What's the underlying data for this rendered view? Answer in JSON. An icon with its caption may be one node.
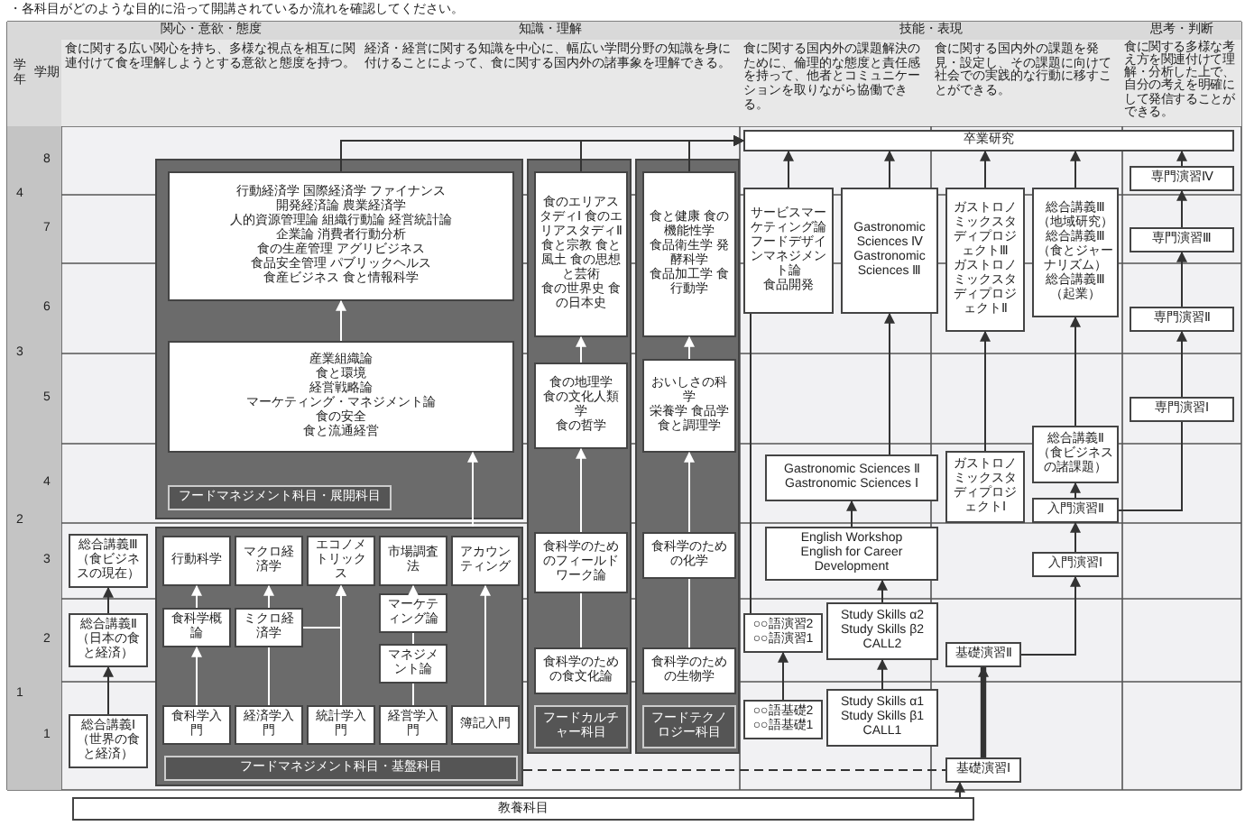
{
  "diagram": {
    "nodes": [
      {
        "text": [
          "フードマネジメント科目・基盤科目"
        ]
      },
      {
        "text": [
          "食科学入門"
        ],
        "in": 0
      },
      {
        "text": [
          "経済学入門"
        ],
        "in": 0
      },
      {
        "text": [
          "統計学入門"
        ],
        "in": 0
      },
      {
        "text": [
          "経営学入門"
        ],
        "in": 0
      },
      {
        "text": [
          "簿記入門"
        ],
        "in": 0
      },
      {
        "text": [
          "食科学概論"
        ],
        "in": 0
      },
      {
        "text": [
          "ミクロ経済学"
        ],
        "in": 0
      },
      {
        "text": [
          "マネジメント論"
        ],
        "in": 0
      },
      {
        "text": [
          "マーケティング論"
        ],
        "in": 0
      },
      {
        "text": [
          "行動科学"
        ],
        "in": 0
      },
      {
        "text": [
          "マクロ経済学"
        ],
        "in": 0
      },
      {
        "text": [
          "エコノメトリックス"
        ],
        "in": 0
      },
      {
        "text": [
          "市場調査法"
        ],
        "in": 0
      },
      {
        "text": [
          "アカウンティング"
        ],
        "in": 0
      },
      {
        "text": [
          "フードマネジメント科目・展開科目"
        ]
      },
      {
        "text": [
          "産業組織論",
          "食と環境",
          "経営戦略論",
          "マーケティング・マネジメント論",
          "食の安全",
          "食と流通経営"
        ],
        "in": 15
      },
      {
        "text": [
          "行動経済学 国際経済学 ファイナンス",
          "開発経済論 農業経済学",
          "人的資源管理論 組織行動論 経営統計論",
          "企業論 消費者行動分析",
          "食の生産管理 アグリビジネス",
          "食品安全管理 パブリックヘルス",
          "食産ビジネス 食と情報科学"
        ],
        "in": 15
      },
      {
        "text": [
          "フードカルチャー科目"
        ]
      },
      {
        "text": [
          "食科学のための食文化論"
        ],
        "in": 18
      },
      {
        "text": [
          "食科学のためのフィールドワーク論"
        ],
        "in": 18
      },
      {
        "text": [
          "食の地理学",
          "食の文化人類学",
          "食の哲学"
        ],
        "in": 18
      },
      {
        "text": [
          "食のエリアスタディⅠ 食のエリアスタディⅡ",
          "食と宗教 食と風土 食の思想と芸術",
          "食の世界史 食の日本史"
        ],
        "in": 18
      },
      {
        "text": [
          "フードテクノロジー科目"
        ]
      },
      {
        "text": [
          "食科学のための生物学"
        ],
        "in": 23
      },
      {
        "text": [
          "食科学のための化学"
        ],
        "in": 23
      },
      {
        "text": [
          "おいしさの科学",
          "栄養学 食品学",
          "食と調理学"
        ],
        "in": 23
      },
      {
        "text": [
          "食と健康 食の機能性学",
          "食品衛生学 発酵科学",
          "食品加工学 食行動学"
        ],
        "in": 23
      },
      {
        "text": [
          "総合講義Ⅰ",
          "（世界の食と経済）"
        ]
      },
      {
        "text": [
          "総合講義Ⅱ",
          "（日本の食と経済）"
        ]
      },
      {
        "text": [
          "総合講義Ⅲ",
          "（食ビジネスの現在）"
        ]
      },
      {
        "text": [
          "教養科目"
        ]
      },
      {
        "text": [
          "基礎演習Ⅰ"
        ]
      },
      {
        "text": [
          "基礎演習Ⅱ"
        ]
      },
      {
        "text": [
          "○○語基礎2",
          "○○語基礎1"
        ]
      },
      {
        "text": [
          "Study Skills α1",
          "Study Skills β1",
          "CALL1"
        ]
      },
      {
        "text": [
          "○○語演習2",
          "○○語演習1"
        ]
      },
      {
        "text": [
          "Study Skills α2",
          "Study Skills β2",
          "CALL2"
        ]
      },
      {
        "text": [
          "English Workshop",
          "English for Career Development"
        ]
      },
      {
        "text": [
          "Gastronomic Sciences Ⅱ",
          "Gastronomic Sciences Ⅰ"
        ]
      },
      {
        "text": [
          "ガストロノミックスタディプロジェクトⅠ"
        ]
      },
      {
        "text": [
          "入門演習Ⅰ"
        ]
      },
      {
        "text": [
          "入門演習Ⅱ"
        ]
      },
      {
        "text": [
          "総合講義Ⅱ",
          "（食ビジネスの諸課題）"
        ]
      },
      {
        "text": [
          "サービスマーケティング論",
          "フードデザインマネジメント論",
          "食品開発"
        ]
      },
      {
        "text": [
          "Gastronomic Sciences Ⅳ",
          "Gastronomic Sciences Ⅲ"
        ]
      },
      {
        "text": [
          "ガストロノミックスタディプロジェクトⅢ",
          "ガストロノミックスタディプロジェクトⅡ"
        ]
      },
      {
        "text": [
          "総合講義Ⅲ（地域研究）",
          "総合講義Ⅲ（食とジャーナリズム）",
          "総合講義Ⅲ（起業）"
        ]
      },
      {
        "text": [
          "専門演習Ⅰ"
        ]
      },
      {
        "text": [
          "専門演習Ⅱ"
        ]
      },
      {
        "text": [
          "専門演習Ⅲ"
        ]
      },
      {
        "text": [
          "専門演習Ⅳ"
        ]
      },
      {
        "text": [
          "卒業研究"
        ]
      }
    ],
    "edges": [
      {
        "from": 28,
        "to": 29,
        "arrow": "to"
      },
      {
        "from": 29,
        "to": 30,
        "arrow": "to"
      },
      {
        "from": 1,
        "to": 6,
        "arrow": "to",
        "color": "#ffffff"
      },
      {
        "from": 6,
        "to": 10,
        "arrow": "to",
        "color": "#ffffff"
      },
      {
        "from": 2,
        "to": 7,
        "arrow": "none",
        "color": "#ffffff"
      },
      {
        "from": 7,
        "to": 11,
        "arrow": "to",
        "color": "#ffffff"
      },
      {
        "from": 7,
        "to": 12,
        "arrow": "to",
        "color": "#ffffff"
      },
      {
        "from": 3,
        "to": 12,
        "arrow": "to",
        "color": "#ffffff"
      },
      {
        "from": 4,
        "to": 8,
        "arrow": "none",
        "color": "#ffffff"
      },
      {
        "from": 8,
        "to": 9,
        "arrow": "none",
        "color": "#ffffff"
      },
      {
        "from": 9,
        "to": 13,
        "arrow": "to",
        "color": "#ffffff"
      },
      {
        "from": 5,
        "to": 14,
        "arrow": "to",
        "color": "#ffffff"
      },
      {
        "from": 0,
        "to": 16,
        "arrow": "to",
        "color": "#ffffff"
      },
      {
        "from": 16,
        "to": 17,
        "arrow": "to",
        "color": "#ffffff"
      },
      {
        "from": 19,
        "to": 20,
        "arrow": "none",
        "color": "#ffffff"
      },
      {
        "from": 20,
        "to": 21,
        "arrow": "to",
        "color": "#ffffff"
      },
      {
        "from": 21,
        "to": 22,
        "arrow": "to",
        "color": "#ffffff"
      },
      {
        "from": 24,
        "to": 25,
        "arrow": "none",
        "color": "#ffffff"
      },
      {
        "from": 25,
        "to": 26,
        "arrow": "to",
        "color": "#ffffff"
      },
      {
        "from": 26,
        "to": 27,
        "arrow": "to",
        "color": "#ffffff"
      },
      {
        "from": 17,
        "to": 52,
        "arrow": "to"
      },
      {
        "from": 22,
        "to": 52,
        "arrow": "to"
      },
      {
        "from": 27,
        "to": 52,
        "arrow": "to"
      },
      {
        "from": 31,
        "to": 32,
        "arrow": "to"
      },
      {
        "from": 0,
        "to": 32,
        "arrow": "none",
        "style": "dashed"
      },
      {
        "from": 32,
        "to": 33,
        "arrow": "to",
        "style": "thick"
      },
      {
        "from": 33,
        "to": 41,
        "arrow": "to"
      },
      {
        "from": 34,
        "to": 36,
        "arrow": "to"
      },
      {
        "from": 35,
        "to": 37,
        "arrow": "to"
      },
      {
        "from": 37,
        "to": 38,
        "arrow": "to"
      },
      {
        "from": 38,
        "to": 39,
        "arrow": "to"
      },
      {
        "from": 39,
        "to": 45,
        "arrow": "to"
      },
      {
        "from": 45,
        "to": 52,
        "arrow": "to"
      },
      {
        "from": 36,
        "to": 44,
        "arrow": "none"
      },
      {
        "from": 44,
        "to": 52,
        "arrow": "to"
      },
      {
        "from": 40,
        "to": 46,
        "arrow": "to"
      },
      {
        "from": 46,
        "to": 52,
        "arrow": "to"
      },
      {
        "from": 41,
        "to": 42,
        "arrow": "to"
      },
      {
        "from": 42,
        "to": 43,
        "arrow": "to"
      },
      {
        "from": 43,
        "to": 47,
        "arrow": "to"
      },
      {
        "from": 47,
        "to": 52,
        "arrow": "to"
      },
      {
        "from": 42,
        "to": 48,
        "arrow": "none"
      },
      {
        "from": 48,
        "to": 49,
        "arrow": "to"
      },
      {
        "from": 49,
        "to": 50,
        "arrow": "to"
      },
      {
        "from": 50,
        "to": 51,
        "arrow": "to"
      },
      {
        "from": 51,
        "to": 52,
        "arrow": "to"
      }
    ],
    "labels": [
      "・各科目がどのような目的に沿って開講されているか流れを確認してください。",
      "学年",
      "学期",
      "関心・意欲・態度",
      "知識・理解",
      "技能・表現",
      "思考・判断",
      "食に関する広い関心を持ち、多様な視点を相互に関連付けて食を理解しようとする意欲と態度を持つ。",
      "経済・経営に関する知識を中心に、幅広い学問分野の知識を身に付けることによって、食に関する国内外の諸事象を理解できる。",
      "食に関する国内外の課題解決のために、倫理的な態度と責任感を持って、他者とコミュニケーションを取りながら協働できる。",
      "食に関する国内外の課題を発見・設定し、その課題に向けて社会での実践的な行動に移すことができる。",
      "食に関する多様な考え方を関連付けて理解・分析した上で、自分の考えを明確にして発信することができる。",
      "4",
      "8",
      "7",
      "3",
      "6",
      "5",
      "2",
      "4",
      "3",
      "1",
      "2",
      "1"
    ]
  }
}
